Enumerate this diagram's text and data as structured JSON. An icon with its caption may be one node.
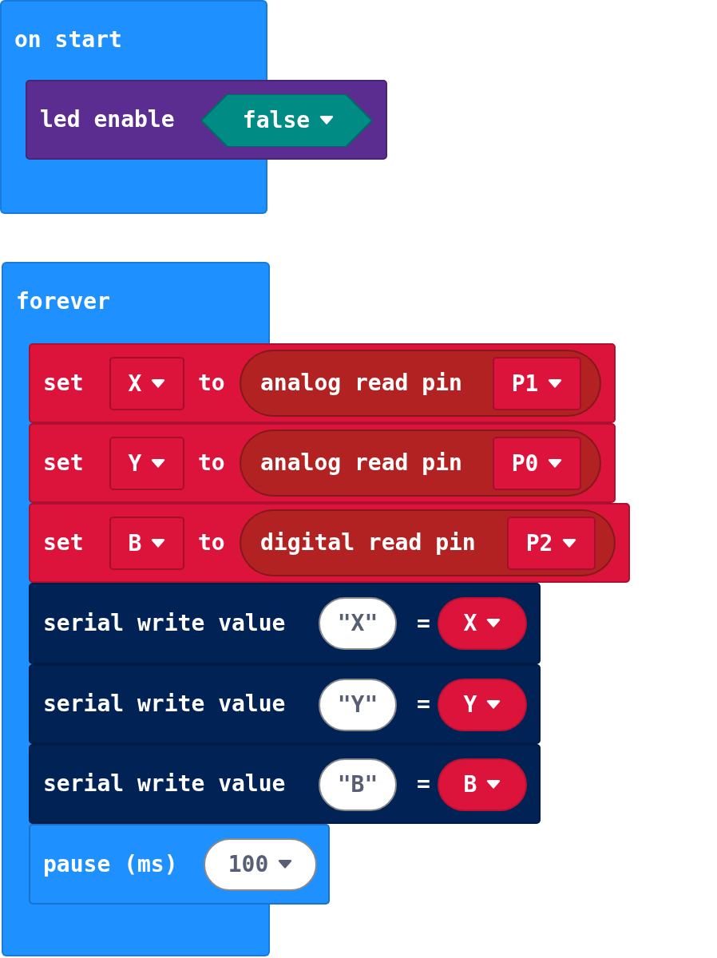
{
  "diagram": {
    "nodes": [
      {
        "text": [
          "on start"
        ]
      },
      {
        "text": [
          "led enable"
        ]
      },
      {
        "text": [
          "false"
        ],
        "in": 1
      },
      {
        "text": [
          "forever"
        ]
      },
      {
        "text": [
          "set",
          "to"
        ]
      },
      {
        "text": [
          "X"
        ]
      },
      {
        "text": [
          "analog read pin"
        ],
        "in": 4
      },
      {
        "text": [
          "P1"
        ],
        "in": 6
      },
      {
        "text": [
          "set",
          "to"
        ]
      },
      {
        "text": [
          "Y"
        ]
      },
      {
        "text": [
          "analog read pin"
        ],
        "in": 8
      },
      {
        "text": [
          "P0"
        ],
        "in": 10
      },
      {
        "text": [
          "set",
          "to"
        ]
      },
      {
        "text": [
          "B"
        ]
      },
      {
        "text": [
          "digital read pin"
        ],
        "in": 12
      },
      {
        "text": [
          "P2"
        ],
        "in": 14
      },
      {
        "text": [
          "serial write value",
          "="
        ]
      },
      {
        "text": [
          "\"X\""
        ],
        "in": 16
      },
      {
        "text": [
          "X"
        ],
        "in": 16
      },
      {
        "text": [
          "serial write value",
          "="
        ]
      },
      {
        "text": [
          "\"Y\""
        ],
        "in": 19
      },
      {
        "text": [
          "Y"
        ],
        "in": 19
      },
      {
        "text": [
          "serial write value",
          "="
        ]
      },
      {
        "text": [
          "\"B\""
        ],
        "in": 22
      },
      {
        "text": [
          "B"
        ],
        "in": 22
      },
      {
        "text": [
          "pause (ms)"
        ]
      },
      {
        "text": [
          "100"
        ],
        "in": 25
      }
    ],
    "edges": []
  }
}
